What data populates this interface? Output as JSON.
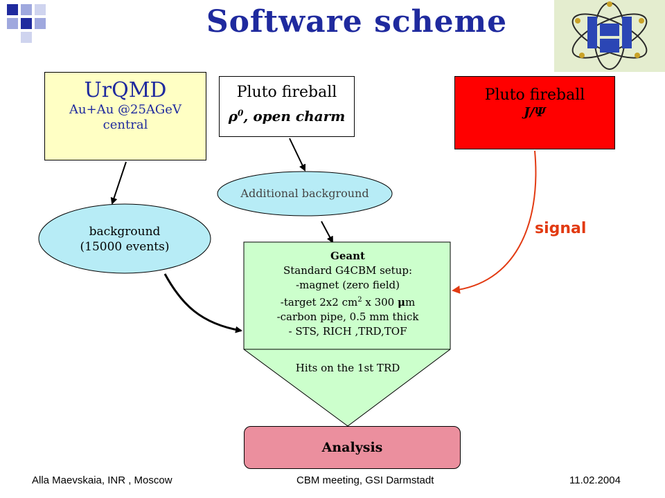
{
  "slide": {
    "title": "Software scheme"
  },
  "boxes": {
    "urqmd": {
      "title": "UrQMD",
      "line1": "Au+Au @25AGeV",
      "line2": "central"
    },
    "pluto_open": {
      "title": "Pluto fireball",
      "subtitle": "ρ0, open charm",
      "sub_symbol": "ρ",
      "sub_sup": "0",
      "sub_rest": ", open charm"
    },
    "pluto_jpsi": {
      "title": "Pluto fireball",
      "subtitle": "J/Ψ"
    }
  },
  "ellipses": {
    "additional": {
      "label": "Additional background"
    },
    "background": {
      "line1": "background",
      "line2": "(15000 events)"
    }
  },
  "geant": {
    "title": "Geant",
    "line1": "Standard G4CBM setup:",
    "line2": "-magnet (zero field)",
    "line3_pre": "-target 2x2 cm",
    "line3_sup": "2",
    "line3_mid": " x 300 ",
    "line3_mu": "μ",
    "line3_post": "m",
    "line4": "-carbon pipe, 0.5 mm thick",
    "line5": "- STS, RICH ,TRD,TOF",
    "hits": "Hits on the 1st TRD"
  },
  "analysis": {
    "label": "Analysis"
  },
  "signal": {
    "label": "signal"
  },
  "footer": {
    "author": "Alla Maevskaia, INR , Moscow",
    "meeting": "CBM meeting, GSI Darmstadt",
    "date": "11.02.2004"
  },
  "colors": {
    "title": "#1f2a9e",
    "urqmd_fill": "#ffffc4",
    "pluto_jpsi_fill": "#ff0000",
    "ellipse_fill": "#b7ecf6",
    "geant_fill": "#ccffcc",
    "analysis_fill": "#eb8f9e",
    "signal": "#e23a12"
  }
}
